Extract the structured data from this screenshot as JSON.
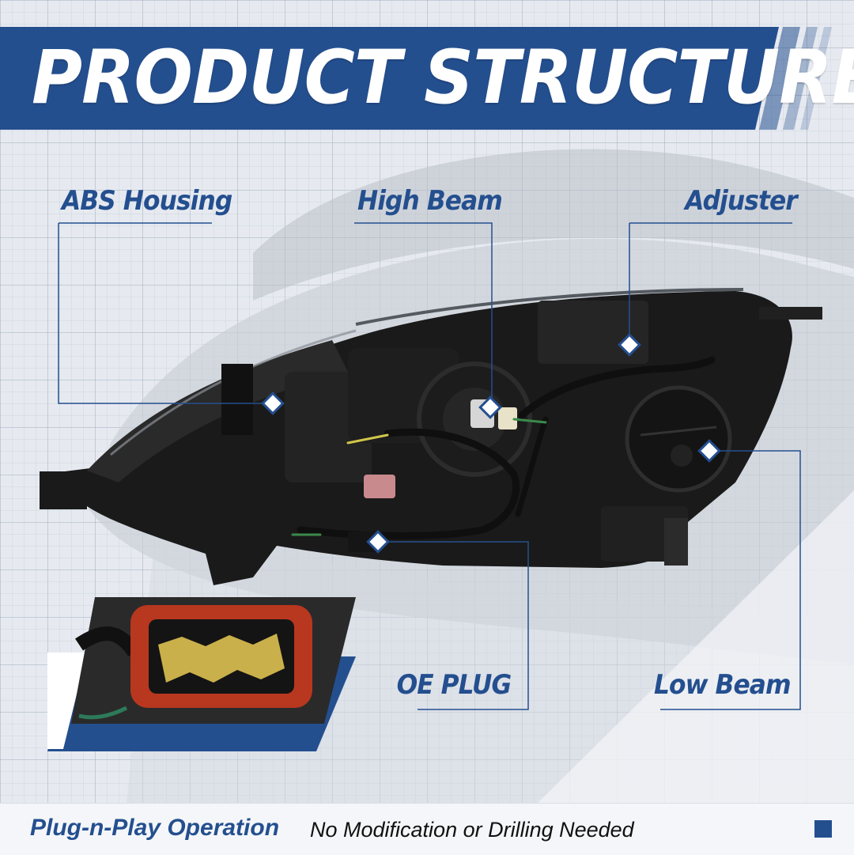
{
  "banner": {
    "title": "PRODUCT STRUCTURE",
    "color": "#244f8f"
  },
  "callouts": [
    {
      "label": "ABS Housing"
    },
    {
      "label": "High Beam"
    },
    {
      "label": "Adjuster"
    },
    {
      "label": "OE PLUG"
    },
    {
      "label": "Low Beam"
    }
  ],
  "footer": {
    "headline": "Plug-n-Play Operation",
    "text": "No Modification or Drilling Needed"
  },
  "colors": {
    "accent": "#244f8f",
    "grid_background": "#e6eaf0",
    "product": "#161616",
    "connector": "#b8371f",
    "pins": "#c9b04a"
  }
}
